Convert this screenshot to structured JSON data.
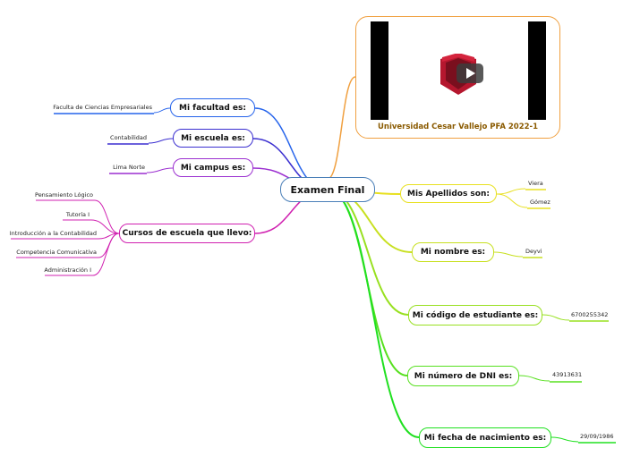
{
  "center": "Examen Final",
  "video": {
    "caption": "Universidad Cesar Vallejo PFA 2022-1"
  },
  "left_nodes": [
    {
      "label": "Mi facultad es:",
      "color": "#2563eb",
      "leaves": [
        "Faculta de Ciencias Empresariales"
      ]
    },
    {
      "label": "Mi escuela es:",
      "color": "#3b2fd0",
      "leaves": [
        "Contabilidad"
      ]
    },
    {
      "label": "Mi campus es:",
      "color": "#9b2fd0",
      "leaves": [
        "Lima Norte"
      ]
    },
    {
      "label": "Cursos de escuela que llevo:",
      "color": "#d020b0",
      "leaves": [
        "Pensamiento Lógico",
        "Tutoría I",
        "Introducción a la Contabilidad",
        "Competencia Comunicativa",
        "Administración I"
      ]
    }
  ],
  "right_nodes": [
    {
      "label": "Mis Apellidos son:",
      "color": "#e8e020",
      "leaves": [
        "Viera",
        "Gómez"
      ]
    },
    {
      "label": "Mi nombre es:",
      "color": "#c8e020",
      "leaves": [
        "Deyvi"
      ]
    },
    {
      "label": "Mi código de estudiante es:",
      "color": "#98e020",
      "leaves": [
        "6700255342"
      ]
    },
    {
      "label": "Mi número de DNI es:",
      "color": "#58e020",
      "leaves": [
        "43913631"
      ]
    },
    {
      "label": "Mi fecha de nacimiento es:",
      "color": "#20e020",
      "leaves": [
        "29/09/1986"
      ]
    }
  ],
  "colors": {
    "center_border": "#4a7fb8",
    "video_border": "#f0a040"
  }
}
